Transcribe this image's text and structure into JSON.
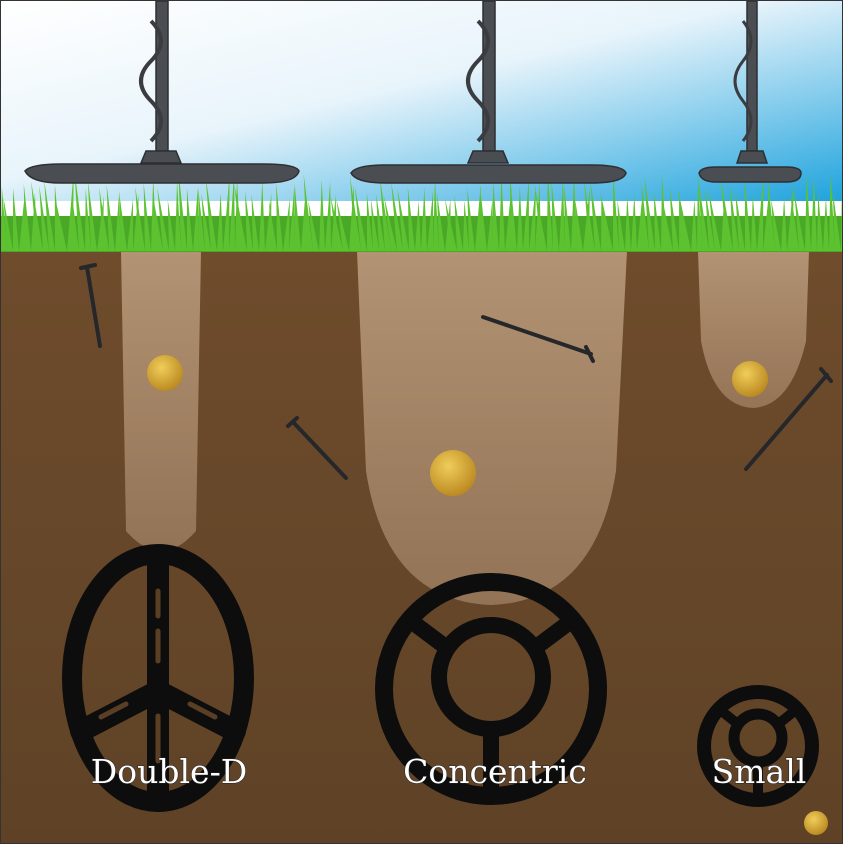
{
  "coils": [
    {
      "label": "Double-D"
    },
    {
      "label": "Concentric"
    },
    {
      "label": "Small"
    }
  ],
  "colors": {
    "sky_top": "#ffffff",
    "sky_bottom": "#2fa9e0",
    "grass": "#4caf2a",
    "soil": "#6b4a2b",
    "beam": "#c9a988",
    "coin": "#d4a531",
    "coil": "#111111"
  }
}
